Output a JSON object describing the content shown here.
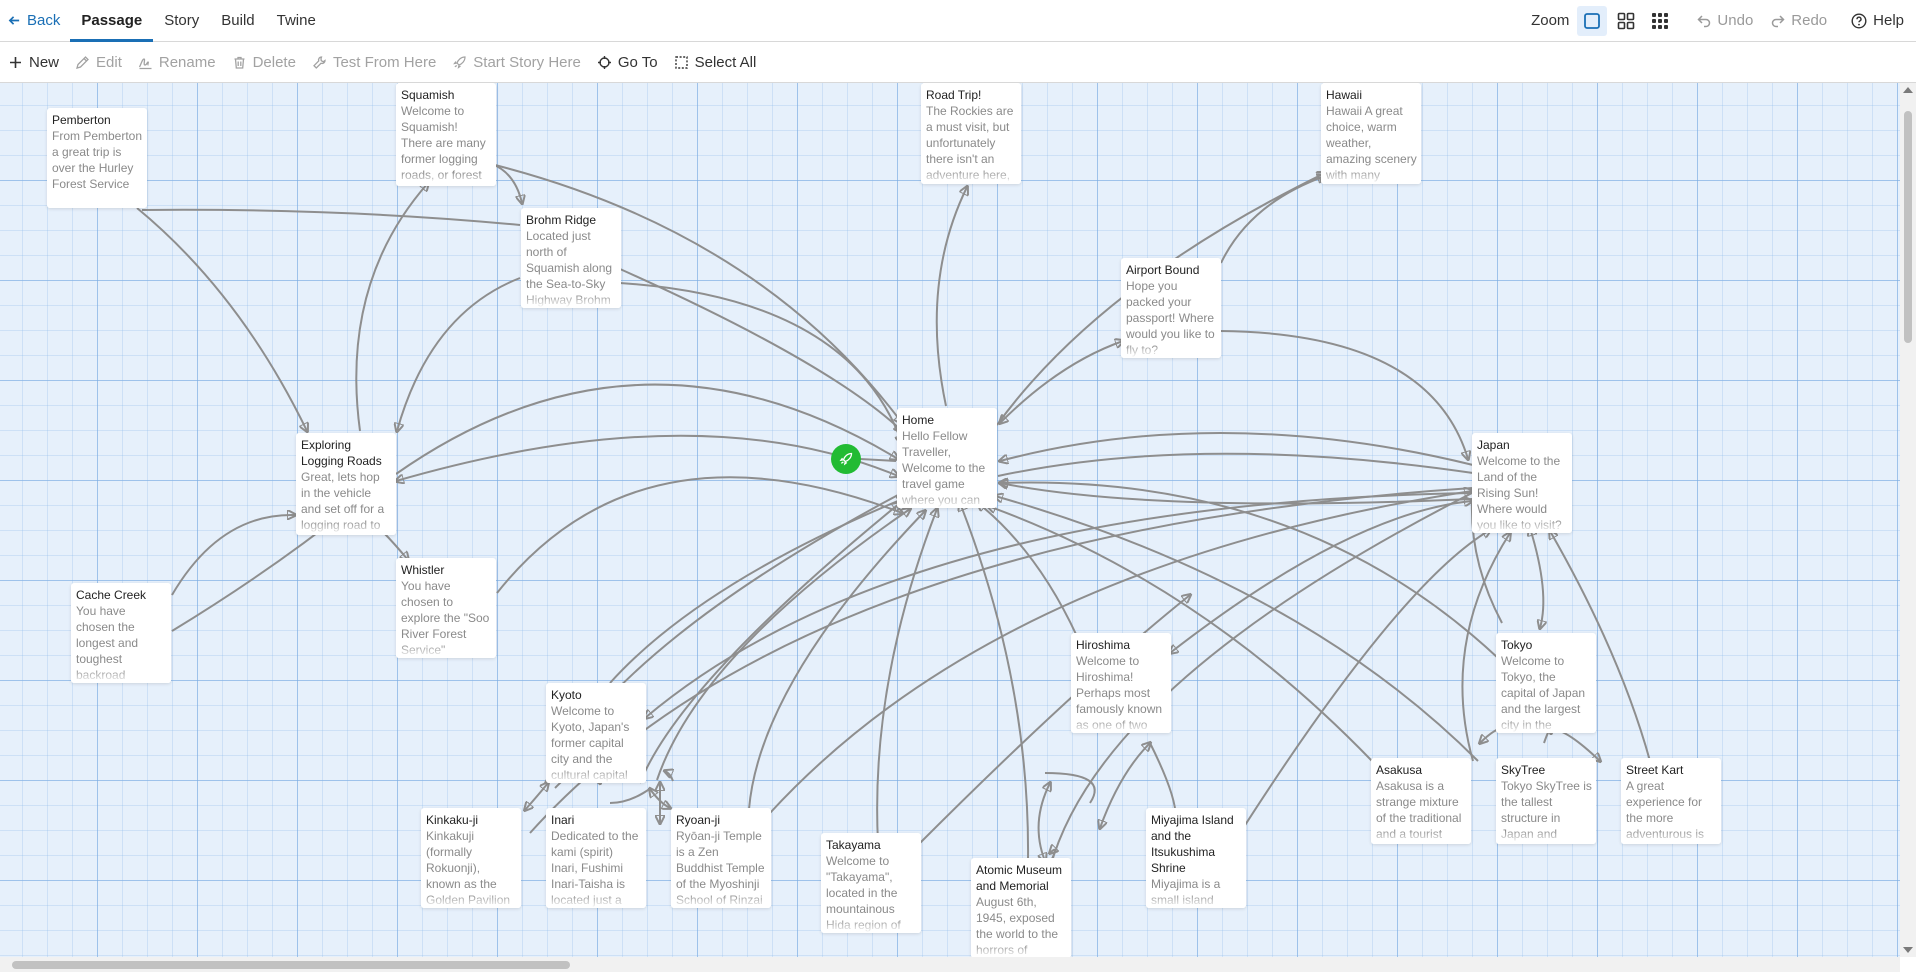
{
  "topbar": {
    "back_label": "Back",
    "tabs": [
      {
        "label": "Passage",
        "active": true
      },
      {
        "label": "Story",
        "active": false
      },
      {
        "label": "Build",
        "active": false
      },
      {
        "label": "Twine",
        "active": false
      }
    ],
    "zoom_label": "Zoom",
    "zoom_buttons": [
      "zoom-passage-names-excerpts-icon",
      "zoom-passage-names-icon",
      "zoom-structure-only-icon"
    ],
    "undo_label": "Undo",
    "redo_label": "Redo",
    "help_label": "Help"
  },
  "toolbar": {
    "new_label": "New",
    "edit_label": "Edit",
    "rename_label": "Rename",
    "delete_label": "Delete",
    "test_label": "Test From Here",
    "start_label": "Start Story Here",
    "goto_label": "Go To",
    "select_all_label": "Select All"
  },
  "colors": {
    "accent": "#1a6fb5",
    "canvas_bg": "#e6f0fb",
    "start_badge": "#22bb33",
    "link_arrow": "#8e8e8e"
  },
  "passages": [
    {
      "id": "pemberton",
      "title": "Pemberton",
      "excerpt": "From Pemberton a great trip is over the Hurley Forest Service"
    },
    {
      "id": "squamish",
      "title": "Squamish",
      "excerpt": "Welcome to Squamish! There are many former logging roads, or forest service"
    },
    {
      "id": "brohm",
      "title": "Brohm Ridge",
      "excerpt": "Located just north of Squamish along the Sea-to-Sky Highway Brohm"
    },
    {
      "id": "roadtrip",
      "title": "Road Trip!",
      "excerpt": "The Rockies are a must visit, but unfortunately there isn't an adventure here,"
    },
    {
      "id": "hawaii",
      "title": "Hawaii",
      "excerpt": "Hawaii A great choice, warm weather, amazing scenery with many"
    },
    {
      "id": "airport",
      "title": "Airport Bound",
      "excerpt": "Hope you packed your passport! Where would you like to fly to?"
    },
    {
      "id": "home",
      "title": "Home",
      "excerpt": "Hello Fellow Traveller, Welcome to the travel game where you can"
    },
    {
      "id": "exploring",
      "title": "Exploring Logging Roads",
      "excerpt": "Great, lets hop in the vehicle and set off for a logging road to"
    },
    {
      "id": "japan",
      "title": "Japan",
      "excerpt": "Welcome to the Land of the Rising Sun! Where would you like to visit?"
    },
    {
      "id": "whistler",
      "title": "Whistler",
      "excerpt": "You have chosen to explore the \"Soo River Forest Service\""
    },
    {
      "id": "cache",
      "title": "Cache Creek",
      "excerpt": "You have chosen the longest and toughest backroad"
    },
    {
      "id": "hiroshima",
      "title": "Hiroshima",
      "excerpt": "Welcome to Hiroshima! Perhaps most famously known as one of two"
    },
    {
      "id": "tokyo",
      "title": "Tokyo",
      "excerpt": "Welcome to Tokyo, the capital of Japan and the largest city in the"
    },
    {
      "id": "kyoto",
      "title": "Kyoto",
      "excerpt": "Welcome to Kyoto, Japan's former capital city and the cultural capital"
    },
    {
      "id": "asakusa",
      "title": "Asakusa",
      "excerpt": "Asakusa is a strange mixture of the traditional and a tourist trap. It"
    },
    {
      "id": "skytree",
      "title": "SkyTree",
      "excerpt": "Tokyo SkyTree is the tallest structure in Japan and dominates the"
    },
    {
      "id": "streetkart",
      "title": "Street Kart",
      "excerpt": "A great experience for the more adventurous is to explore Tokyo"
    },
    {
      "id": "kinkaku",
      "title": "Kinkaku-ji",
      "excerpt": "Kinkakuji (formally Rokuonji), known as the Golden Pavilion"
    },
    {
      "id": "inari",
      "title": "Inari",
      "excerpt": "Dedicated to the kami (spirit) Inari, Fushimi Inari-Taisha is located just a"
    },
    {
      "id": "ryoan",
      "title": "Ryoan-ji",
      "excerpt": "Ryōan-ji Temple is a Zen Buddhist Temple of the Myoshinji School of Rinzai"
    },
    {
      "id": "takayama",
      "title": "Takayama",
      "excerpt": "Welcome to \"Takayama\", located in the mountainous Hida region of"
    },
    {
      "id": "atomic",
      "title": "Atomic Museum and Memorial",
      "excerpt": "August 6th, 1945, exposed the world to the horrors of"
    },
    {
      "id": "miyajima",
      "title": "Miyajima Island and the Itsukushima Shrine",
      "excerpt": "Miyajima is a small island"
    }
  ],
  "start_passage": "Home"
}
